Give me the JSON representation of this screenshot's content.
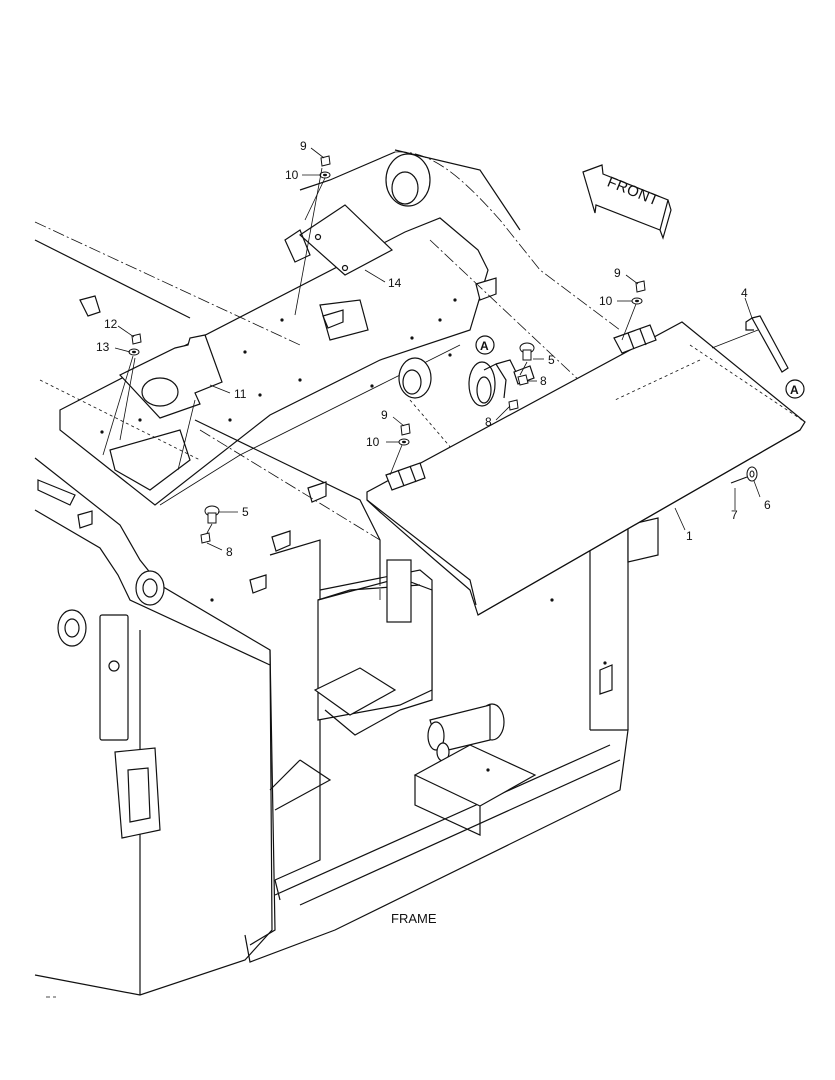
{
  "diagram": {
    "caption": "FRAME",
    "front_label": "FRONT",
    "detail_marker": "A",
    "callouts": {
      "c1": "1",
      "c4": "4",
      "c5a": "5",
      "c5b": "5",
      "c6": "6",
      "c7": "7",
      "c8a": "8",
      "c8b": "8",
      "c8c": "8",
      "c9a": "9",
      "c9b": "9",
      "c9c": "9",
      "c10a": "10",
      "c10b": "10",
      "c10c": "10",
      "c11": "11",
      "c12": "12",
      "c13": "13",
      "c14": "14"
    }
  }
}
